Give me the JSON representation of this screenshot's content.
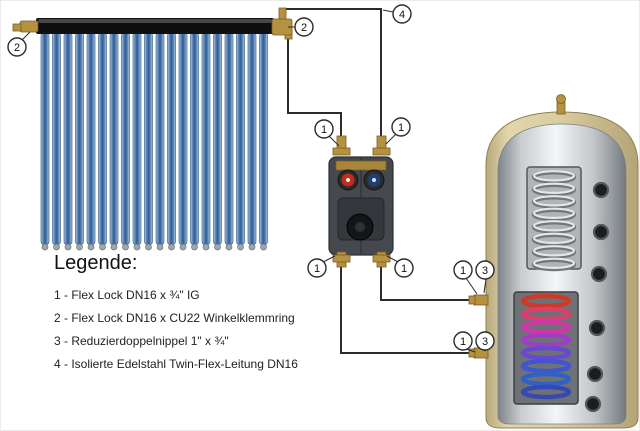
{
  "legend": {
    "title": "Legende:",
    "items": [
      "1 - Flex Lock DN16 x ¾\" IG",
      "2 - Flex Lock DN16 x CU22 Winkelklemmring",
      "3 - Reduzierdoppelnippel 1\" x ¾\"",
      "4 - Isolierte Edelstahl Twin-Flex-Leitung DN16"
    ]
  },
  "callouts": {
    "collector_left": "2",
    "collector_right": "2",
    "twinflex_line": "4",
    "pump_top_left": "1",
    "pump_top_right": "1",
    "pump_bottom_left": "1",
    "pump_bottom_right": "1",
    "tank_upper_1": "1",
    "tank_upper_3": "3",
    "tank_lower_1": "1",
    "tank_lower_3": "3"
  },
  "colors": {
    "tube_blue": "#2f5d96",
    "brass": "#b5923f",
    "pipe": "#2b2b2b",
    "tank_shell": "#d8cb9e",
    "coil_hot": "#cf3a28",
    "coil_cold": "#2f62c4"
  },
  "collector": {
    "tube_count": 20
  }
}
